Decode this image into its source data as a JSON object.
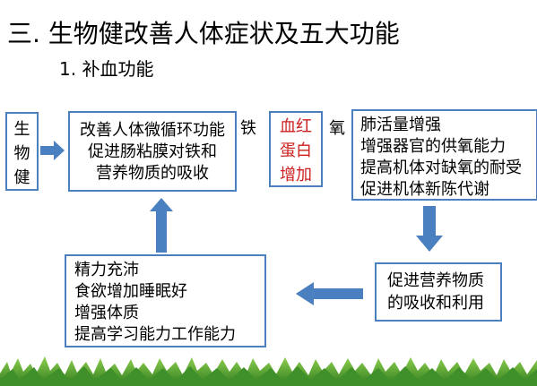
{
  "title": "三. 生物健改善人体症状及五大功能",
  "subtitle": "1. 补血功能",
  "diagram": {
    "source_box": [
      "生",
      "物",
      "健"
    ],
    "step1_box": [
      "改善人体微循环功能",
      "促进肠粘膜对铁和",
      "营养物质的吸收"
    ],
    "label_iron": "铁",
    "step2_box": [
      "血红",
      "蛋白",
      "增加"
    ],
    "label_oxygen": "氧",
    "step3_box": [
      "肺活量增强",
      "增强器官的供氧能力",
      "提高机体对缺氧的耐受",
      "促进机体新陈代谢"
    ],
    "step4_box": [
      "促进营养物质",
      "的吸收和利用"
    ],
    "step5_box": [
      "精力充沛",
      "食欲增加睡眠好",
      "增强体质",
      "提高学习能力工作能力"
    ]
  },
  "colors": {
    "box_border": "#4a7fc0",
    "arrow": "#4a7fc0",
    "highlight_text": "#cc1f1f",
    "grass": "#3f8f2a"
  }
}
